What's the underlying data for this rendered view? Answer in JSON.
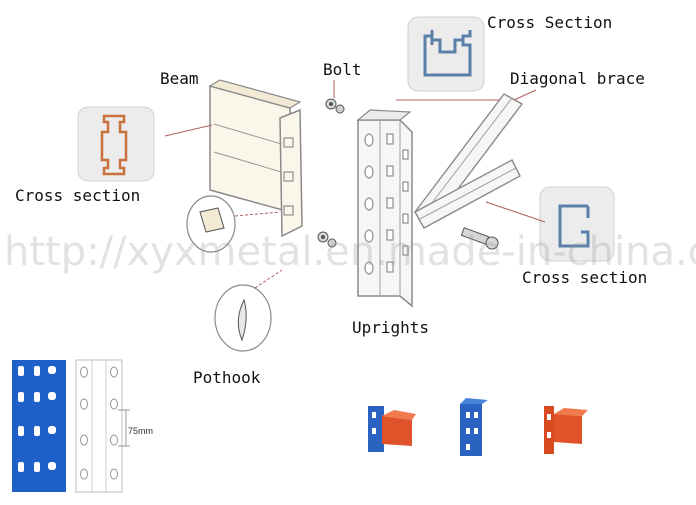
{
  "labels": {
    "cross_section_top": "Cross Section",
    "diagonal_brace": "Diagonal brace",
    "beam": "Beam",
    "bolt": "Bolt",
    "cross_section_left": "Cross section",
    "cross_section_right": "Cross section",
    "uprights": "Uprights",
    "pothook": "Pothook",
    "dimension": "75mm"
  },
  "watermark": "http://xyxmetal.en.made-in-china.com",
  "colors": {
    "outline": "#8a8a8a",
    "leader": "#b06060",
    "inset_bg": "#e8e8e8",
    "blue_upright": "#1f5fc8",
    "orange_part": "#e0532a",
    "beam_fill": "#fbf6ea",
    "upright_fill": "#f6f6f6"
  }
}
